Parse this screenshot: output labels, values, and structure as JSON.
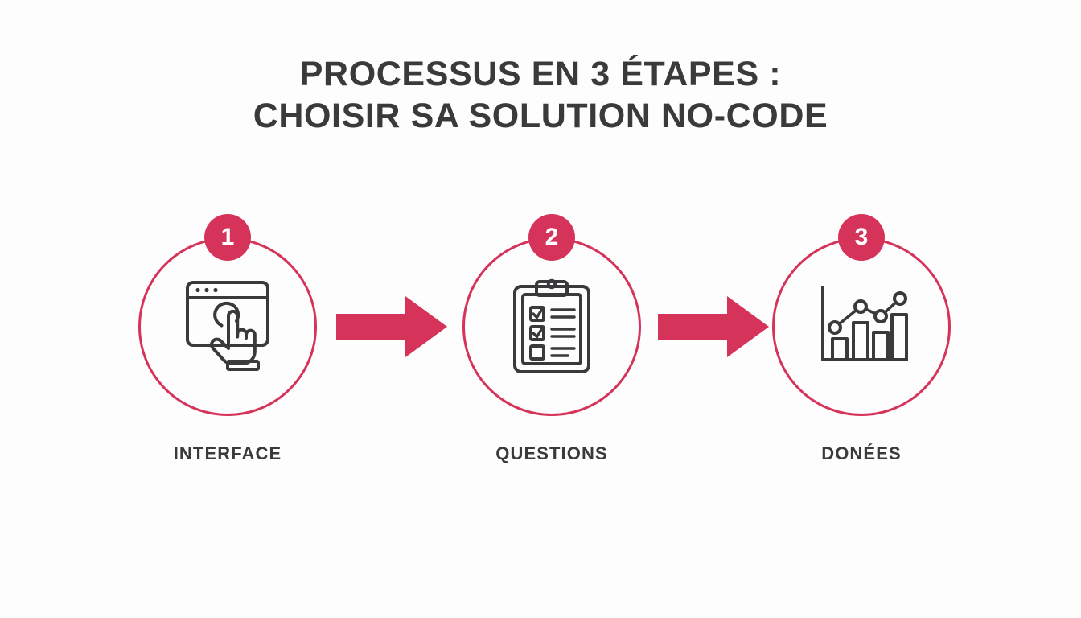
{
  "theme": {
    "background": "#fdfdfd",
    "accent": "#d6335b",
    "text_dark": "#3a3a3c",
    "icon_stroke": "#3a3a3c",
    "badge_text": "#ffffff"
  },
  "title": {
    "line1": "PROCESSUS EN 3 ÉTAPES :",
    "line2": "CHOISIR SA SOLUTION NO-CODE"
  },
  "steps": [
    {
      "number": "1",
      "label": "INTERFACE",
      "icon": "browser-click-icon"
    },
    {
      "number": "2",
      "label": "QUESTIONS",
      "icon": "clipboard-checklist-icon"
    },
    {
      "number": "3",
      "label": "DONÉES",
      "icon": "bar-line-chart-icon"
    }
  ],
  "connectors": [
    {
      "icon": "arrow-right-icon",
      "from": "1",
      "to": "2"
    },
    {
      "icon": "arrow-right-icon",
      "from": "2",
      "to": "3"
    }
  ]
}
